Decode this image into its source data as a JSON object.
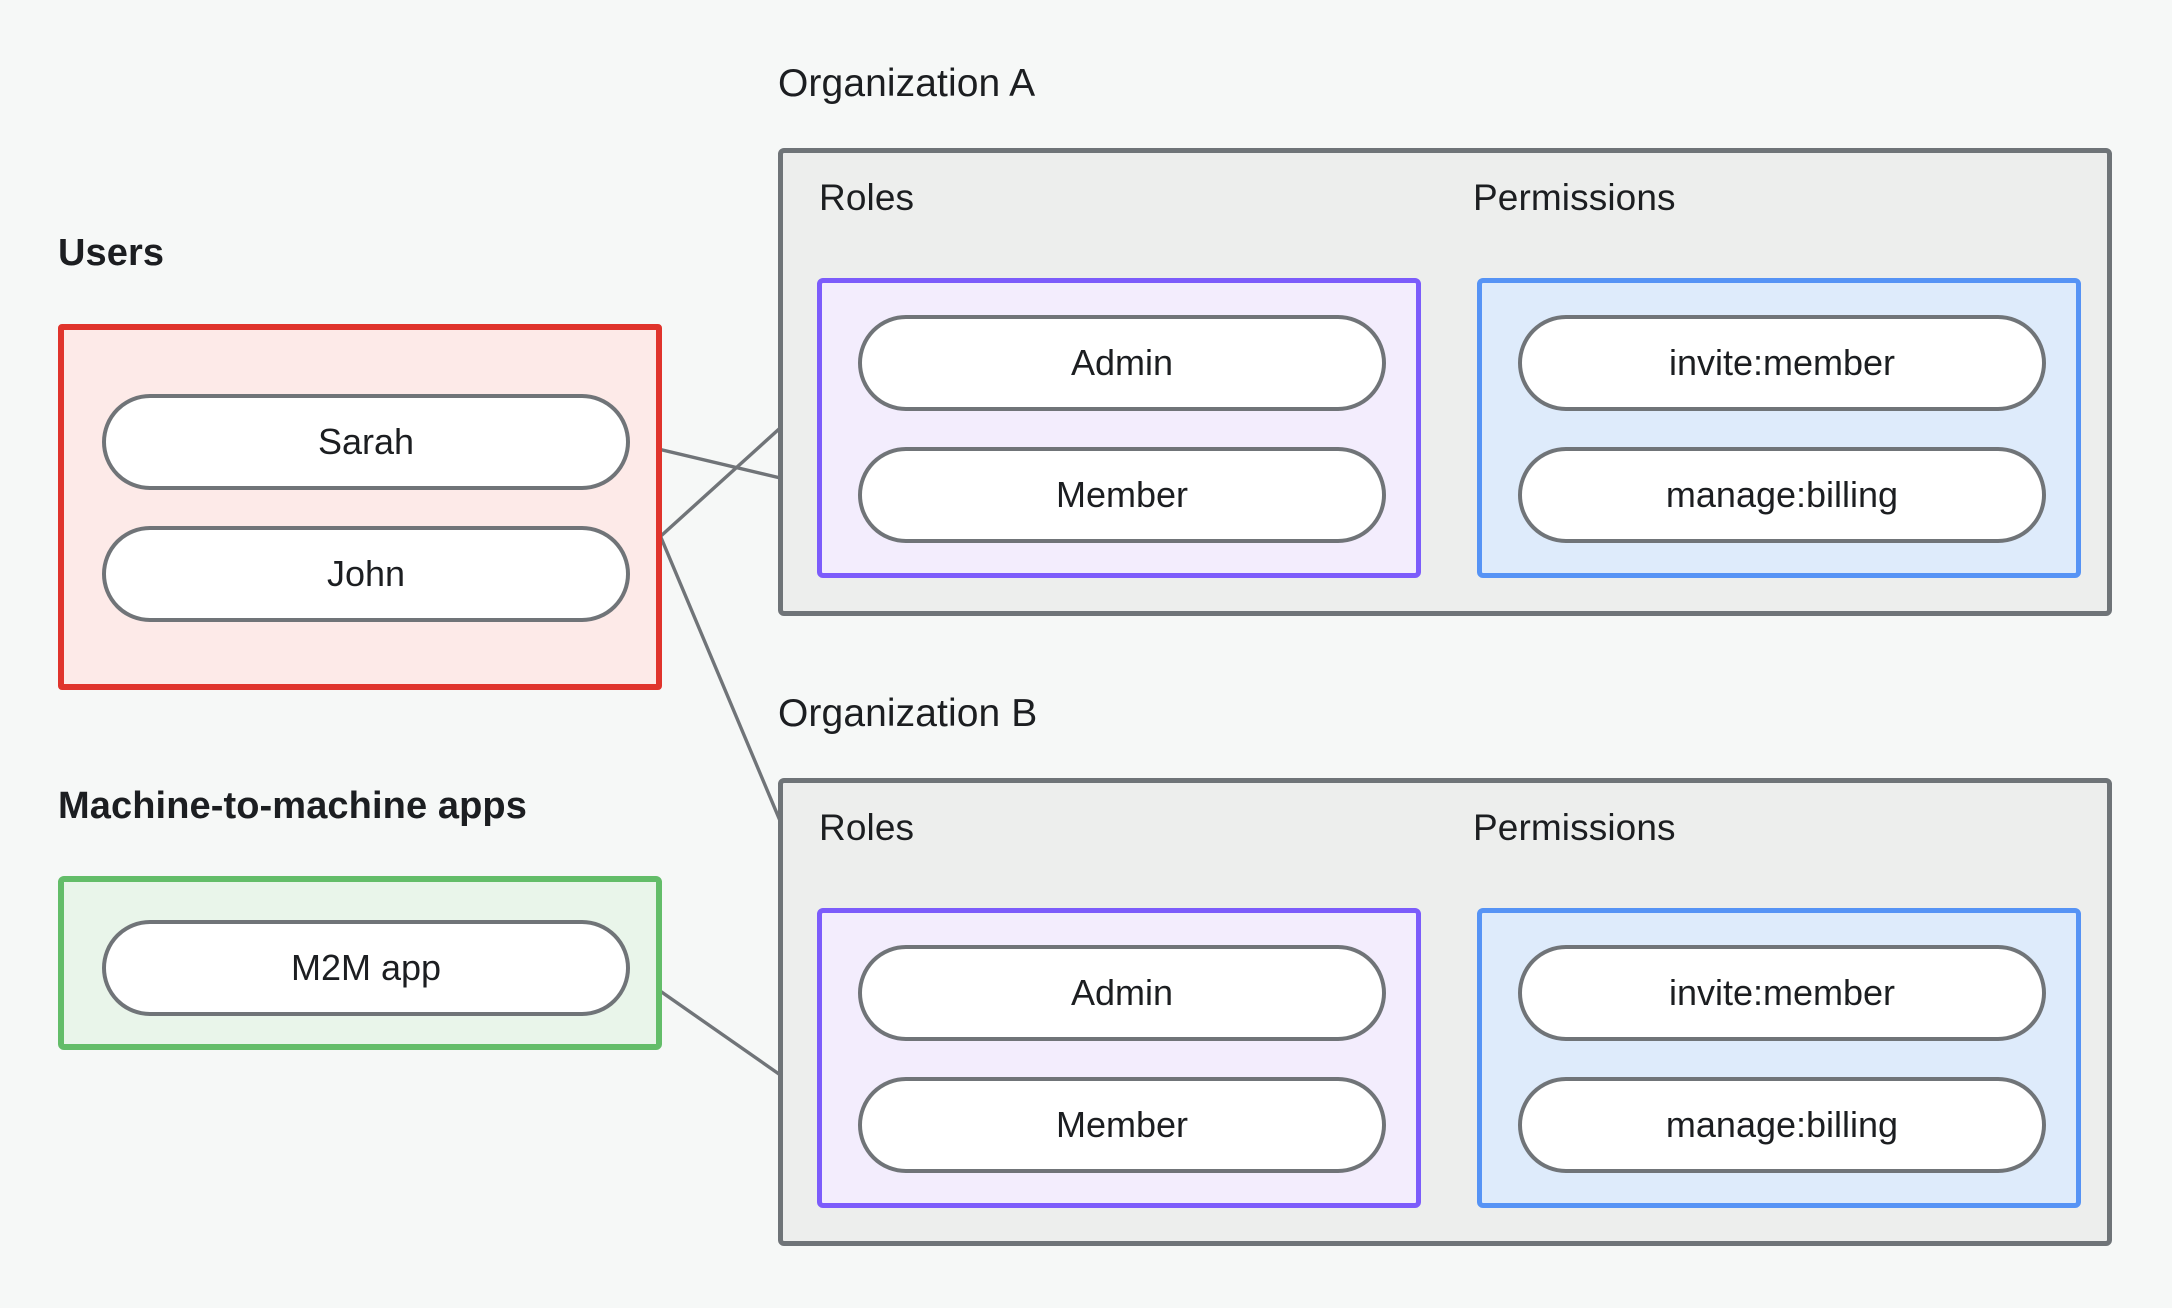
{
  "diagram": {
    "title": "RBAC organization roles and permissions diagram",
    "background_color": "#f6f8f7",
    "colors": {
      "users_border": "#e0342c",
      "users_fill": "#fdeae8",
      "m2m_border": "#63bd69",
      "m2m_fill": "#e9f5ea",
      "org_border": "#6f7478",
      "org_fill": "#edeeed",
      "roles_border": "#7c5cfb",
      "roles_fill": "#f3edfd",
      "permissions_border": "#5693f5",
      "permissions_fill": "#deebfb",
      "node_border": "#707478",
      "node_fill": "#ffffff",
      "edge": "#707478",
      "text": "#1c1e21"
    }
  },
  "sections": {
    "users": {
      "caption": "Users",
      "items": [
        {
          "label": "Sarah"
        },
        {
          "label": "John"
        }
      ]
    },
    "m2m": {
      "caption": "Machine-to-machine apps",
      "items": [
        {
          "label": "M2M app"
        }
      ]
    }
  },
  "organizations": [
    {
      "title": "Organization A",
      "roles_title": "Roles",
      "permissions_title": "Permissions",
      "roles": [
        {
          "label": "Admin"
        },
        {
          "label": "Member"
        }
      ],
      "permissions": [
        {
          "label": "invite:member"
        },
        {
          "label": "manage:billing"
        }
      ]
    },
    {
      "title": "Organization B",
      "roles_title": "Roles",
      "permissions_title": "Permissions",
      "roles": [
        {
          "label": "Admin"
        },
        {
          "label": "Member"
        }
      ],
      "permissions": [
        {
          "label": "invite:member"
        },
        {
          "label": "manage:billing"
        }
      ]
    }
  ],
  "connections": [
    {
      "from": "Sarah",
      "to": "Organization A / Member"
    },
    {
      "from": "John",
      "to": "Organization A / Admin"
    },
    {
      "from": "John",
      "to": "Organization B / Admin"
    },
    {
      "from": "M2M app",
      "to": "Organization B / Member"
    },
    {
      "from": "Organization A / Admin",
      "to": "Organization A / invite:member"
    },
    {
      "from": "Organization A / Admin",
      "to": "Organization A / manage:billing"
    },
    {
      "from": "Organization A / Member",
      "to": "Organization A / manage:billing"
    },
    {
      "from": "Organization B / Admin",
      "to": "Organization B / invite:member"
    },
    {
      "from": "Organization B / Admin",
      "to": "Organization B / manage:billing"
    },
    {
      "from": "Organization B / Member",
      "to": "Organization B / manage:billing"
    }
  ]
}
